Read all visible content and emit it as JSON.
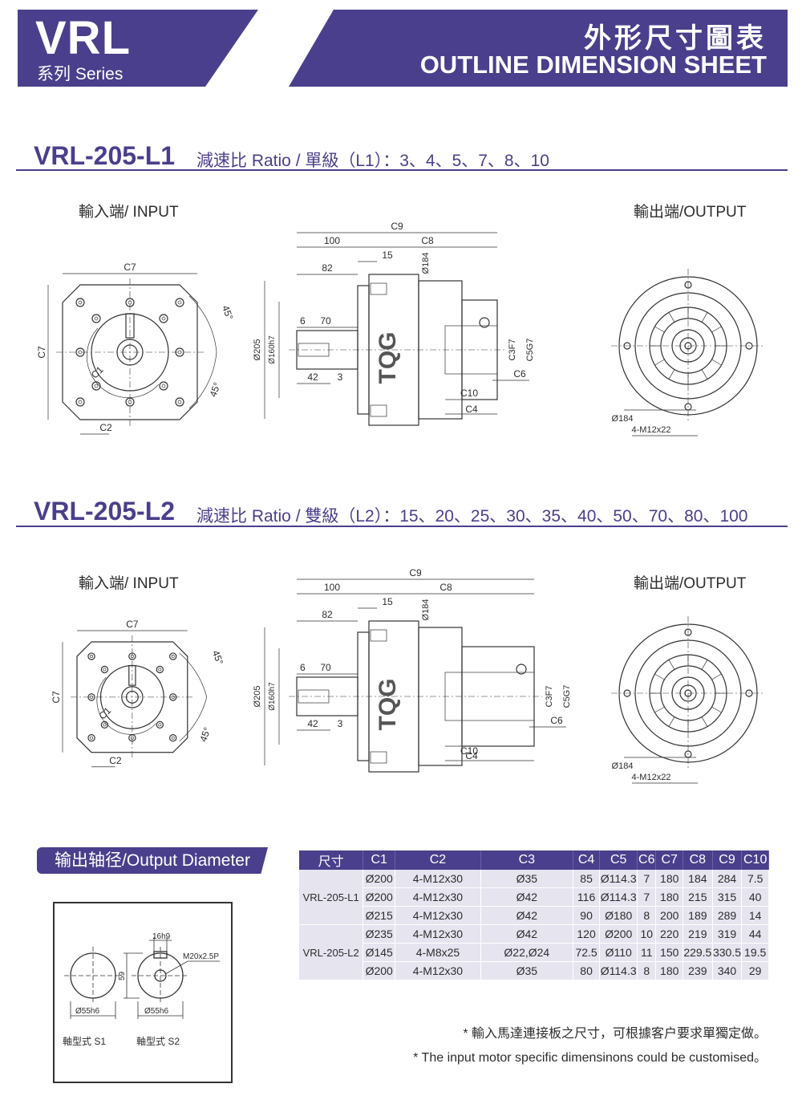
{
  "header": {
    "series_name": "VRL",
    "series_label": "系列 Series",
    "title_cn": "外形尺寸圖表",
    "title_en": "OUTLINE DIMENSION SHEET"
  },
  "sections": [
    {
      "model": "VRL-205-L1",
      "ratio_text": "減速比 Ratio / 單級（L1）：3、4、5、7、8、10",
      "input_label": "輸入端/ INPUT",
      "output_label": "輸出端/OUTPUT",
      "brand": "TQG",
      "dims": {
        "c9": "C9",
        "d100": "100",
        "c8": "C8",
        "d82": "82",
        "d15": "15",
        "d184": "Ø184",
        "d6": "6",
        "d70": "70",
        "d205": "Ø205",
        "d160": "Ø160h7",
        "d42": "42",
        "d3": "3",
        "c3": "C3F7",
        "c5": "C5G7",
        "c6": "C6",
        "c10": "C10",
        "c4": "C4",
        "c7": "C7",
        "c1": "C1",
        "c2": "C2",
        "a45a": "45°",
        "a45b": "45°",
        "o184": "Ø184",
        "thread": "4-M12x22"
      }
    },
    {
      "model": "VRL-205-L2",
      "ratio_text": "減速比 Ratio / 雙級（L2）：15、20、25、30、35、40、50、70、80、100",
      "input_label": "輸入端/ INPUT",
      "output_label": "輸出端/OUTPUT",
      "brand": "TQG",
      "dims": {
        "c9": "C9",
        "d100": "100",
        "c8": "C8",
        "d82": "82",
        "d15": "15",
        "d184": "Ø184",
        "d6": "6",
        "d70": "70",
        "d205": "Ø205",
        "d160": "Ø160h7",
        "d42": "42",
        "d3": "3",
        "c3": "C3F7",
        "c5": "C5G7",
        "c6": "C6",
        "c10": "C10",
        "c4": "C4",
        "c7": "C7",
        "c1": "C1",
        "c2": "C2",
        "a45a": "45°",
        "a45b": "45°",
        "o184": "Ø184",
        "thread": "4-M12x22"
      }
    }
  ],
  "output_diameter": {
    "title": "输出轴径/Output Diameter",
    "s1_dia": "Ø55h6",
    "s2_dia": "Ø55h6",
    "s2_key": "16h9",
    "s2_height": "59",
    "s2_thread": "M20x2.5P",
    "s1_label": "軸型式  S1",
    "s2_label": "軸型式  S2"
  },
  "table": {
    "headers": [
      "尺寸",
      "C1",
      "C2",
      "C3",
      "C4",
      "C5",
      "C6",
      "C7",
      "C8",
      "C9",
      "C10"
    ],
    "groups": [
      {
        "model": "VRL-205-L1",
        "rows": [
          [
            "Ø200",
            "4-M12x30",
            "Ø35",
            "85",
            "Ø114.3",
            "7",
            "180",
            "184",
            "284",
            "7.5"
          ],
          [
            "Ø200",
            "4-M12x30",
            "Ø42",
            "116",
            "Ø114.3",
            "7",
            "180",
            "215",
            "315",
            "40"
          ],
          [
            "Ø215",
            "4-M12x30",
            "Ø42",
            "90",
            "Ø180",
            "8",
            "200",
            "189",
            "289",
            "14"
          ]
        ]
      },
      {
        "model": "VRL-205-L2",
        "rows": [
          [
            "Ø235",
            "4-M12x30",
            "Ø42",
            "120",
            "Ø200",
            "10",
            "220",
            "219",
            "319",
            "44"
          ],
          [
            "Ø145",
            "4-M8x25",
            "Ø22,Ø24",
            "72.5",
            "Ø110",
            "11",
            "150",
            "229.5",
            "330.5",
            "19.5"
          ],
          [
            "Ø200",
            "4-M12x30",
            "Ø35",
            "80",
            "Ø114.3",
            "8",
            "180",
            "239",
            "340",
            "29"
          ]
        ]
      }
    ]
  },
  "notes": {
    "cn": "* 輸入馬達連接板之尺寸，可根據客户要求單獨定做。",
    "en": "* The input motor specific dimensinons could be customised。"
  },
  "colors": {
    "brand": "#4a3f8c",
    "table_row": "#e6e4ef",
    "drawing_line": "#333333",
    "gear_fill": "#e0e0e0"
  }
}
